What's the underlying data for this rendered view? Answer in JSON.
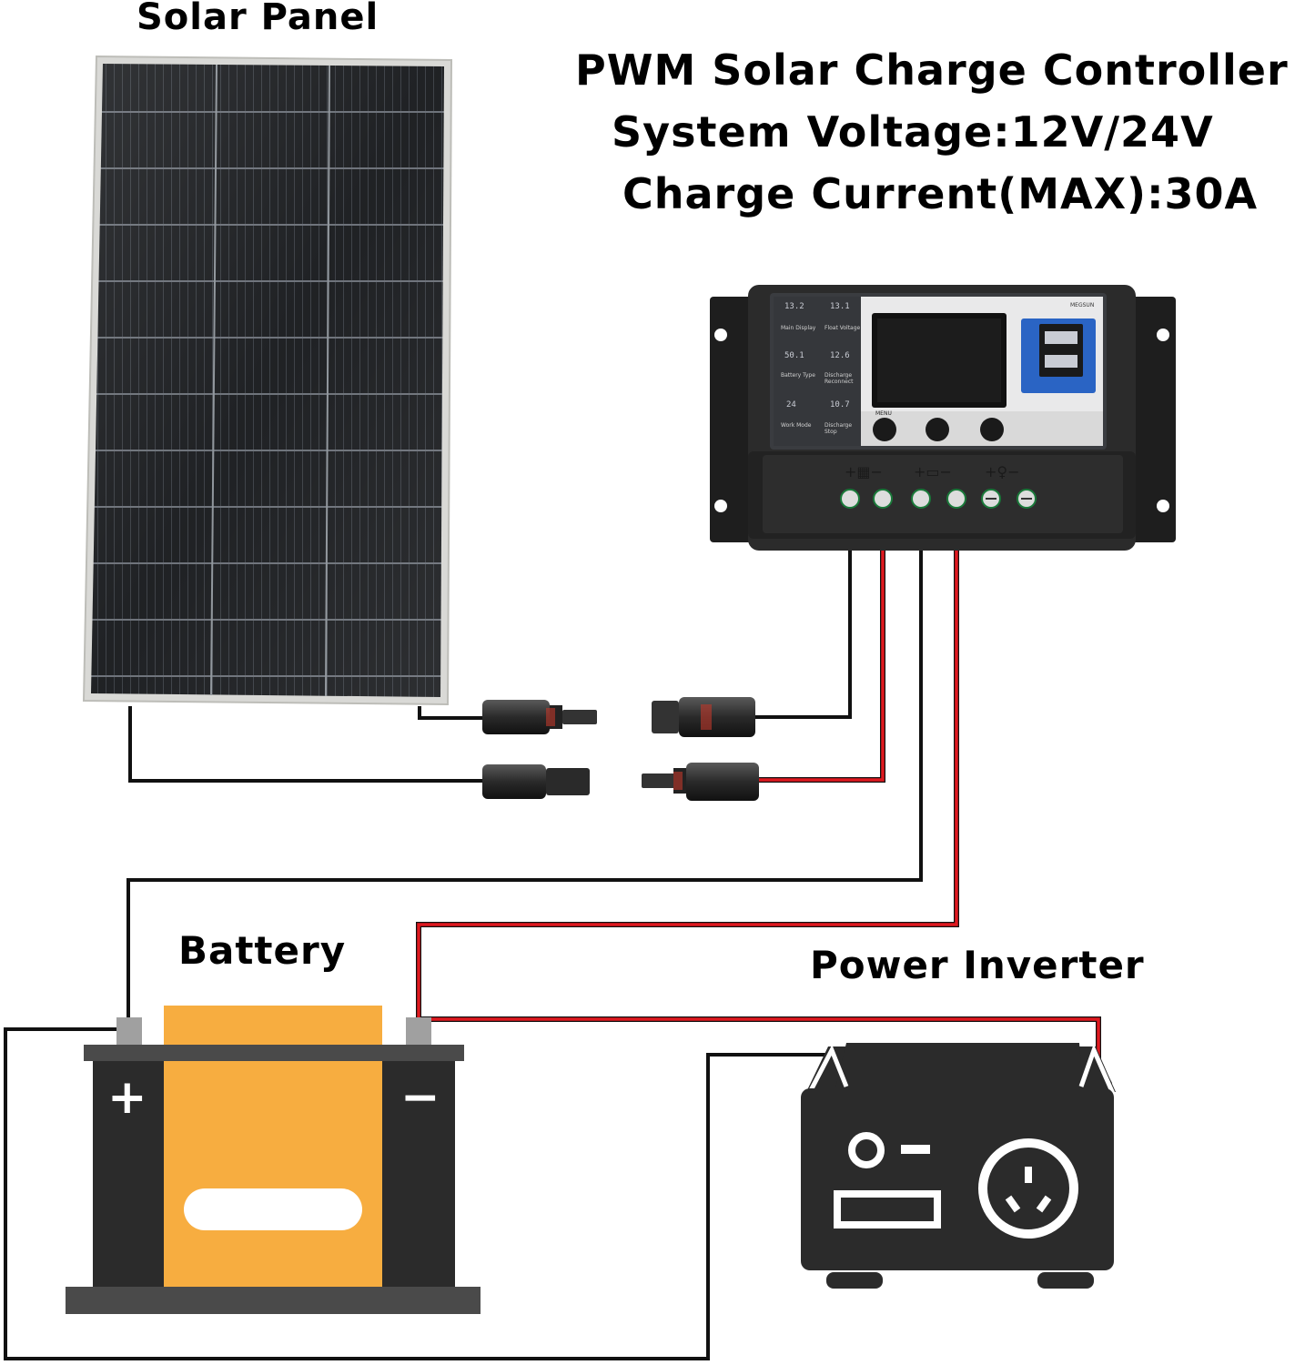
{
  "labels": {
    "solar_panel": "Solar Panel",
    "controller_title": "PWM Solar Charge Controller",
    "system_voltage": "System Voltage:12V/24V",
    "charge_current": "Charge Current(MAX):30A",
    "battery": "Battery",
    "power_inverter": "Power Inverter"
  },
  "controller_panel": {
    "brand": "MEGSUN",
    "menu_button": "MENU",
    "screen_values": [
      "13.2",
      "13.1",
      "50.1",
      "12.6",
      "24",
      "10.7"
    ],
    "screen_captions": [
      "Main Display",
      "Float Voltage",
      "Battery Type",
      "Discharge Reconnect",
      "Work Mode",
      "Discharge Stop"
    ]
  },
  "battery_terminals": {
    "positive": "+",
    "negative": "−"
  },
  "colors": {
    "positive_wire": "#e0191f",
    "negative_wire": "#111111",
    "battery_body": "#f7ad40",
    "dark_casing": "#2b2b2b",
    "usb_panel": "#2a64c4"
  }
}
